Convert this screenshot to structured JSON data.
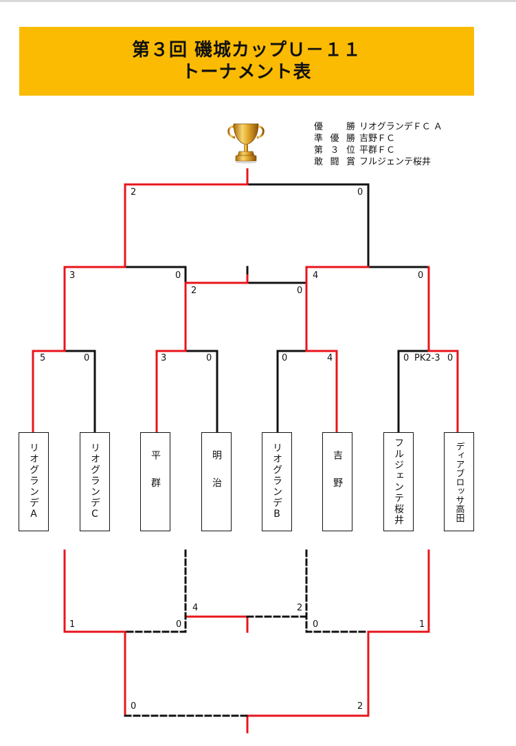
{
  "title": {
    "line1": "第３回 磯城カップＵ－１１",
    "line2": "トーナメント表"
  },
  "trophy_icon": "trophy-icon",
  "results": [
    {
      "label": "優勝",
      "value": "リオグランデＦＣ Ａ"
    },
    {
      "label": "準優勝",
      "value": "吉野ＦＣ"
    },
    {
      "label": "第３位",
      "value": "平群ＦＣ"
    },
    {
      "label": "敢闘賞",
      "value": "フルジェンテ桜井"
    }
  ],
  "teams": [
    {
      "name": "リオグランデA"
    },
    {
      "name": "リオグランデC"
    },
    {
      "name": "平群"
    },
    {
      "name": "明治"
    },
    {
      "name": "リオグランデB"
    },
    {
      "name": "吉野"
    },
    {
      "name": "フルジェンテ桜井"
    },
    {
      "name": "ディアブロッサ高田"
    }
  ],
  "scores": {
    "r1_m1_left": "5",
    "r1_m1_right": "0",
    "r1_m2_left": "3",
    "r1_m2_right": "0",
    "r1_m3_left": "0",
    "r1_m3_right": "4",
    "r1_m4_left": "0",
    "r1_m4_pk": "PK2-3",
    "r1_m4_right": "0",
    "sf1_left": "3",
    "sf1_right": "0",
    "sf2_left": "4",
    "sf2_right": "0",
    "q_left": "2",
    "q_right": "0",
    "final_left": "2",
    "final_right": "0",
    "lower_q1_left": "1",
    "lower_q1_right": "0",
    "lower_q2_left": "0",
    "lower_q2_right": "1",
    "lower_mid_left": "4",
    "lower_mid_right": "2",
    "lower_final_left": "0",
    "lower_final_right": "2"
  },
  "colors": {
    "winner_line": "#e8141b",
    "normal_line": "#111111",
    "banner": "#fbbb03"
  }
}
